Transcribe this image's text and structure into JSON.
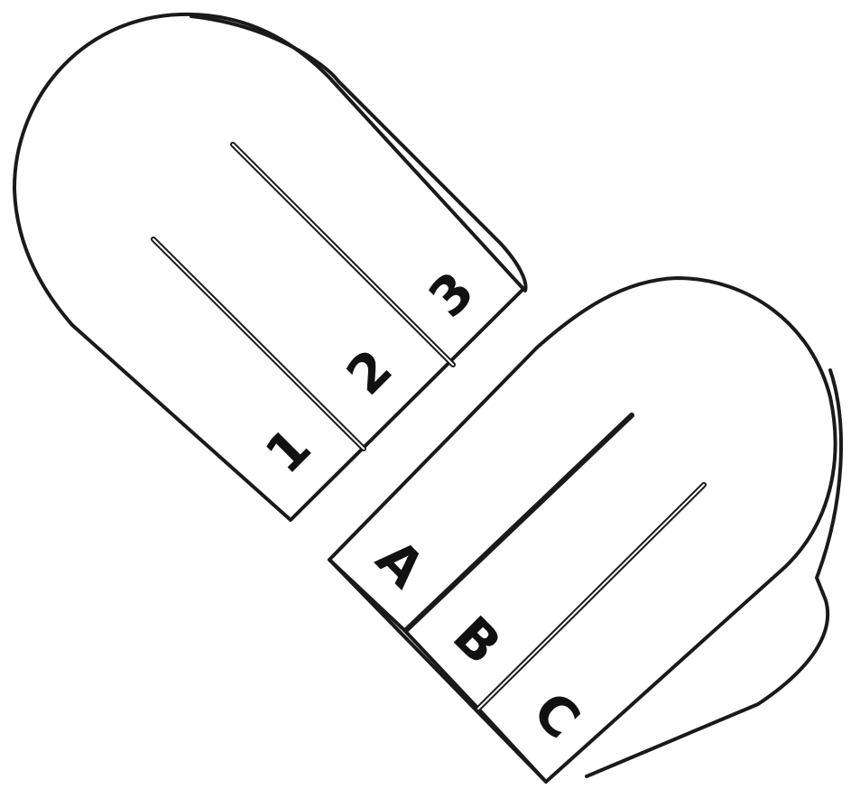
{
  "colors": {
    "pink_piece_fill": "#f9a8c3",
    "white_piece_fill": "#ffffff",
    "outline": "#1a1a1a"
  },
  "pink_piece": {
    "labels": [
      "1",
      "2",
      "3"
    ]
  },
  "white_piece": {
    "labels": [
      "A",
      "B",
      "C"
    ]
  }
}
